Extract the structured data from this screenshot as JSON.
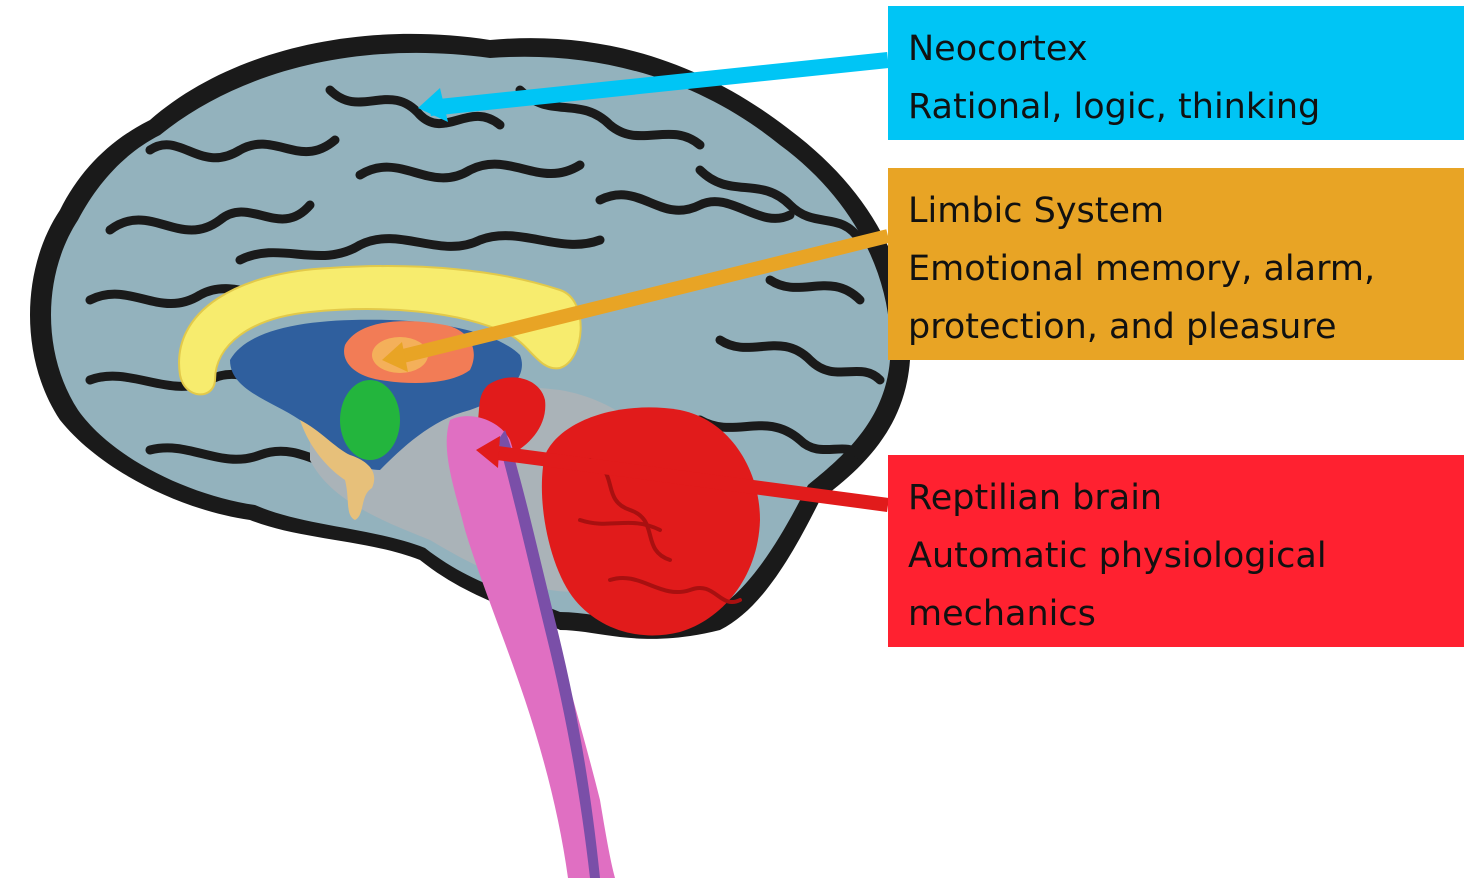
{
  "colors": {
    "neocortex": "#00c5f5",
    "limbic": "#e8a425",
    "reptilian": "#ff2130",
    "cortex_fill": "#93b2bd",
    "cortex_outline": "#1a1a1a",
    "corpus_callosum": "#f7ec6e",
    "thalamus": "#2f5f9e",
    "amygdala": "#23b53d",
    "hypothalamus": "#f27c56",
    "brainstem": "#e06fc2",
    "cerebellum": "#e11b1b"
  },
  "labels": {
    "neocortex": {
      "title": "Neocortex",
      "description": "Rational, logic, thinking"
    },
    "limbic": {
      "title": "Limbic System",
      "line2": "Emotional memory, alarm,",
      "line3": "protection, and pleasure"
    },
    "reptilian": {
      "title": "Reptilian brain",
      "line2": "Automatic physiological",
      "line3": "mechanics"
    }
  }
}
